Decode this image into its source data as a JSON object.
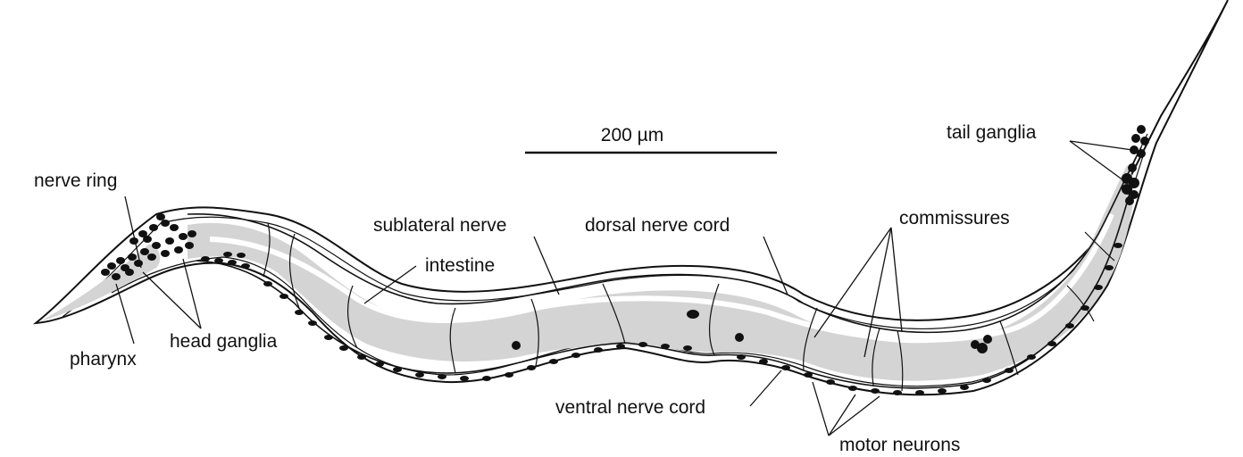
{
  "scale_bar": {
    "label": "200 µm"
  },
  "labels": {
    "nerve_ring": "nerve ring",
    "pharynx": "pharynx",
    "head_ganglia": "head ganglia",
    "sublateral_nerve": "sublateral nerve",
    "intestine": "intestine",
    "dorsal_nerve_cord": "dorsal nerve cord",
    "commissures": "commissures",
    "tail_ganglia": "tail ganglia",
    "ventral_nerve_cord": "ventral nerve cord",
    "motor_neurons": "motor neurons"
  },
  "colors": {
    "body_outline": "#111111",
    "intestine_fill": "#d4d4d4",
    "neuron": "#111111"
  }
}
